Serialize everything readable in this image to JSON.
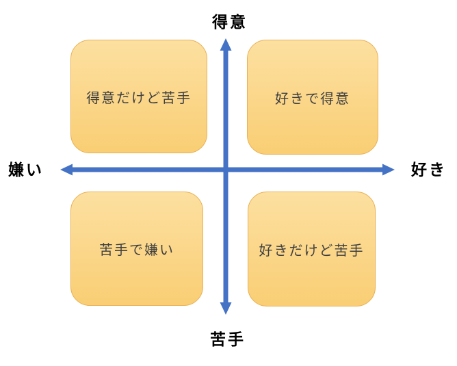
{
  "diagram": {
    "type": "quadrant-matrix",
    "axes": {
      "top_label": "得意",
      "bottom_label": "苦手",
      "left_label": "嫌い",
      "right_label": "好き"
    },
    "quadrants": {
      "top_left": "得意だけど苦手",
      "top_right": "好きで得意",
      "bottom_left": "苦手で嫌い",
      "bottom_right": "好きだけど苦手"
    }
  },
  "colors": {
    "arrow": "#4472C4",
    "box_fill_top": "#FCE0A0",
    "box_fill_mid": "#FBD78B",
    "box_fill_bottom": "#F9CE74",
    "box_border": "#E9B053",
    "box_text": "#3F3F3F",
    "label_text": "#000000",
    "background": "#FFFFFF"
  }
}
